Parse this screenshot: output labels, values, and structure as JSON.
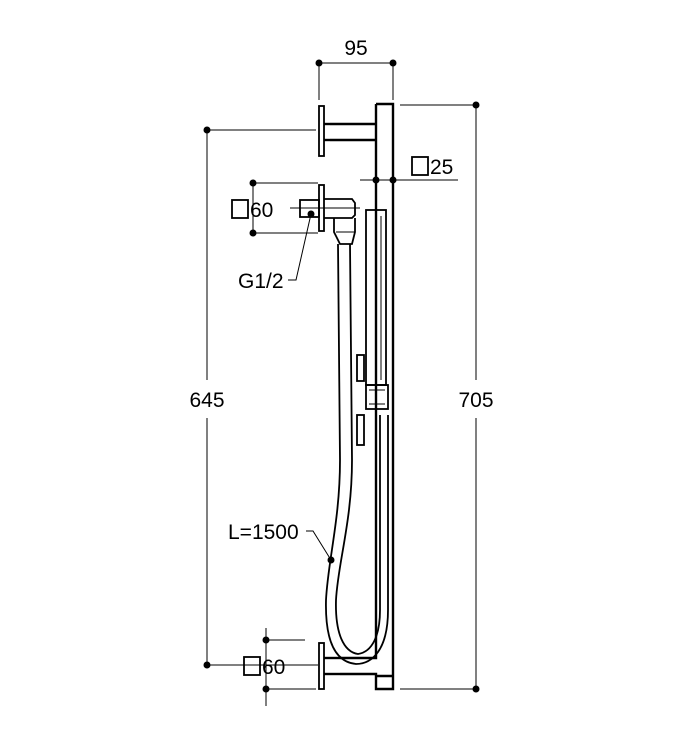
{
  "dimensions": {
    "top_width": "95",
    "square_top": "25",
    "square_inlet": "60",
    "thread": "G1/2",
    "left_height": "645",
    "right_height": "705",
    "hose_length": "L=1500",
    "square_bottom": "60"
  }
}
